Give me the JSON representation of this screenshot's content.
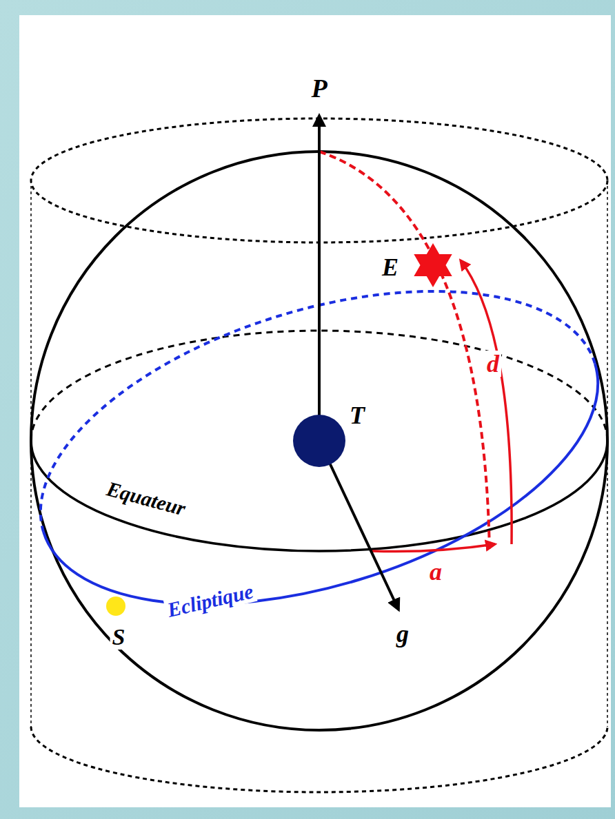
{
  "diagram": {
    "labels": [
      "P",
      "E",
      "d",
      "T",
      "Equateur",
      "a",
      "Ecliptique",
      "S",
      "g"
    ]
  }
}
